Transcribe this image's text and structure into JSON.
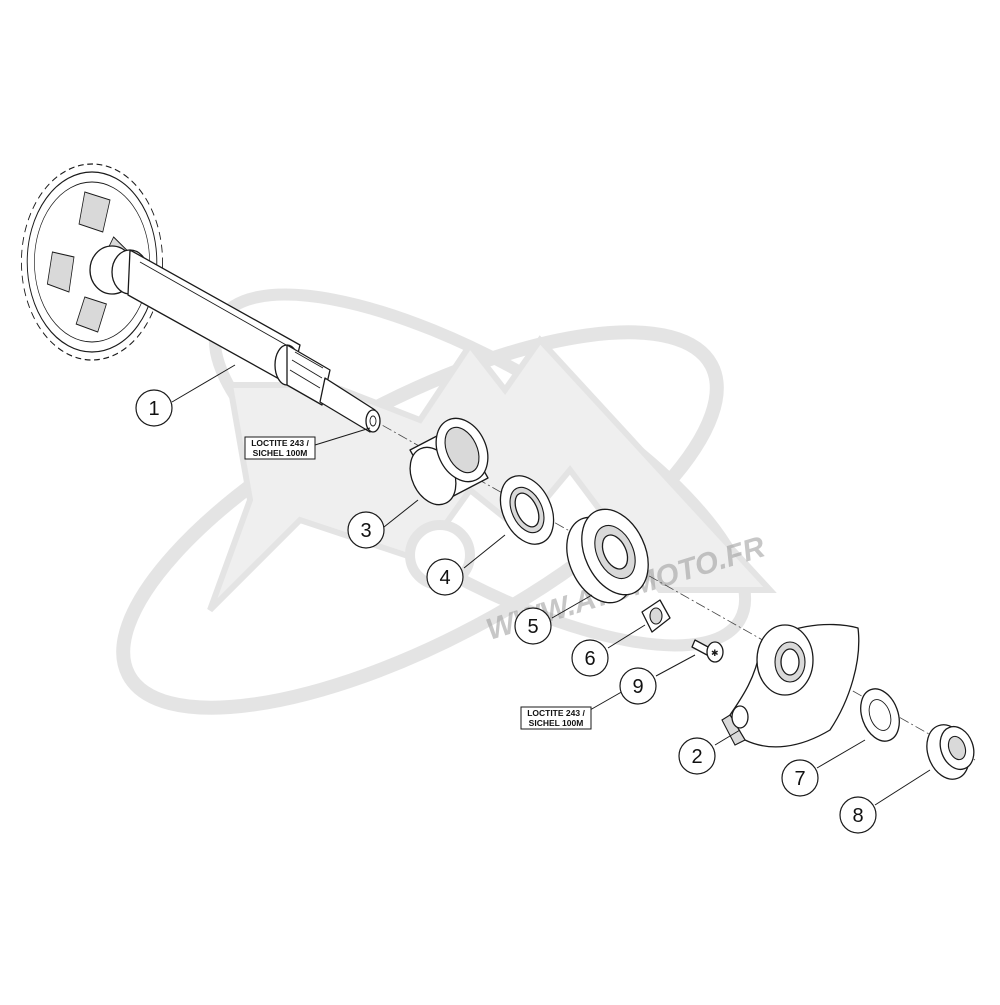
{
  "watermark": {
    "text": "WWW.ATOMOTO.FR"
  },
  "callouts": [
    {
      "id": "1",
      "label": "1"
    },
    {
      "id": "2",
      "label": "2"
    },
    {
      "id": "3",
      "label": "3"
    },
    {
      "id": "4",
      "label": "4"
    },
    {
      "id": "5",
      "label": "5"
    },
    {
      "id": "6",
      "label": "6"
    },
    {
      "id": "7",
      "label": "7"
    },
    {
      "id": "8",
      "label": "8"
    },
    {
      "id": "9",
      "label": "9"
    }
  ],
  "notes": [
    {
      "line1": "LOCTITE 243 /",
      "line2": "SICHEL 100M"
    },
    {
      "line1": "LOCTITE 243 /",
      "line2": "SICHEL 100M"
    }
  ]
}
